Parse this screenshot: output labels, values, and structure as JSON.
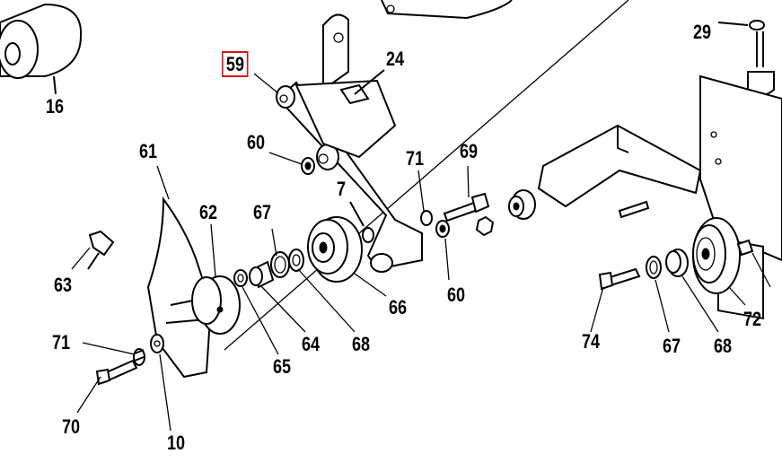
{
  "diagram": {
    "highlight_color": "#d3191c",
    "callouts": [
      {
        "id": "16",
        "label": "16"
      },
      {
        "id": "59",
        "label": "59",
        "highlighted": true
      },
      {
        "id": "24",
        "label": "24"
      },
      {
        "id": "29",
        "label": "29"
      },
      {
        "id": "60a",
        "label": "60"
      },
      {
        "id": "61",
        "label": "61"
      },
      {
        "id": "71a",
        "label": "71"
      },
      {
        "id": "69",
        "label": "69"
      },
      {
        "id": "7",
        "label": "7"
      },
      {
        "id": "67a",
        "label": "67"
      },
      {
        "id": "62",
        "label": "62"
      },
      {
        "id": "63",
        "label": "63"
      },
      {
        "id": "60b",
        "label": "60"
      },
      {
        "id": "66",
        "label": "66"
      },
      {
        "id": "71b",
        "label": "71"
      },
      {
        "id": "64",
        "label": "64"
      },
      {
        "id": "68a",
        "label": "68"
      },
      {
        "id": "65",
        "label": "65"
      },
      {
        "id": "70",
        "label": "70"
      },
      {
        "id": "10",
        "label": "10"
      },
      {
        "id": "74",
        "label": "74"
      },
      {
        "id": "67b",
        "label": "67"
      },
      {
        "id": "68b",
        "label": "68"
      },
      {
        "id": "72",
        "label": "72"
      }
    ]
  }
}
